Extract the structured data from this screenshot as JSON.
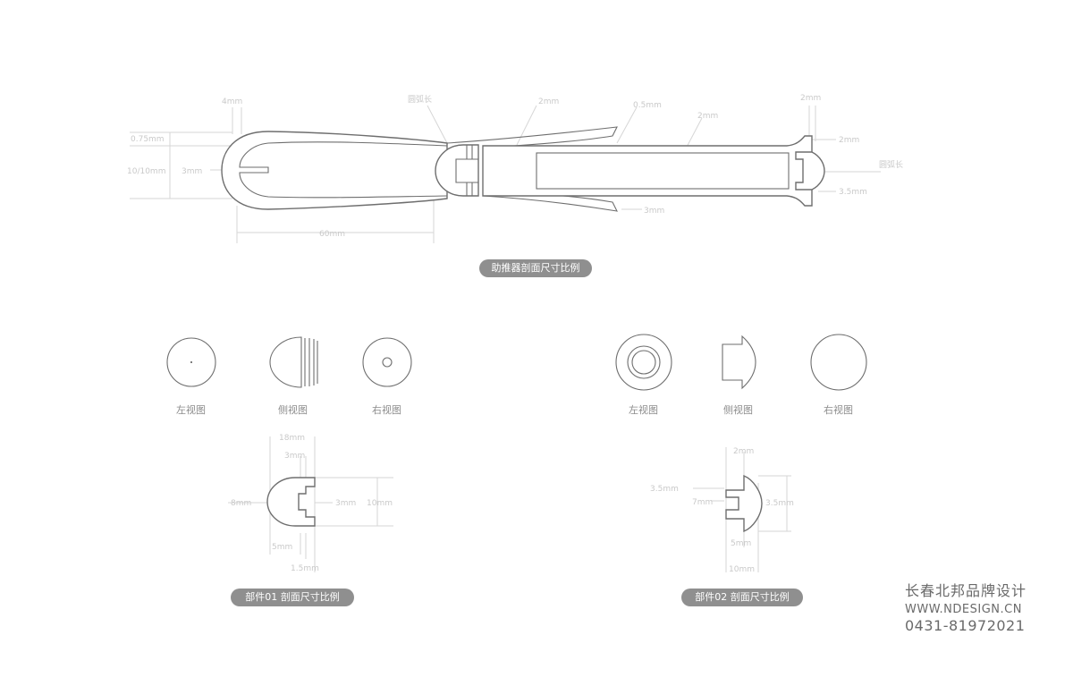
{
  "main_diagram": {
    "caption": "助推器剖面尺寸比例",
    "dims": {
      "d_4mm": "4mm",
      "d_075mm": "0.75mm",
      "d_height": "10/10mm",
      "d_3mm_left": "3mm",
      "d_2mm_left": "2mm",
      "d_60mm": "60mm",
      "d_ball": "圆弧长",
      "d_2mm_top": "2mm",
      "d_3mm_mid": "3mm",
      "d_05mm_top": "0.5mm",
      "d_2mm_top2": "2mm",
      "d_10mm": "10mm",
      "d_2mm_right_top": "2mm",
      "d_2mm_right": "2mm",
      "d_arrow_right": "圆弧长",
      "d_35mm": "3.5mm",
      "d_3mm_bottom": "3mm"
    }
  },
  "part01": {
    "views": [
      "左视图",
      "侧视图",
      "右视图"
    ],
    "caption": "部件01  剖面尺寸比例",
    "dims": {
      "top1": "18mm",
      "top2": "3mm",
      "left": "8mm",
      "mid": "3mm",
      "right": "10mm",
      "bottom1": "5mm",
      "bottom2": "1.5mm"
    }
  },
  "part02": {
    "views": [
      "左视图",
      "侧视图",
      "右视图"
    ],
    "caption": "部件02  剖面尺寸比例",
    "dims": {
      "top": "2mm",
      "left1": "3.5mm",
      "left2": "7mm",
      "right": "3.5mm",
      "bottom1": "5mm",
      "bottom2": "10mm"
    }
  },
  "brand": {
    "name": "长春北邦品牌设计",
    "website": "WWW.NDESIGN.CN",
    "phone": "0431-81972021"
  }
}
